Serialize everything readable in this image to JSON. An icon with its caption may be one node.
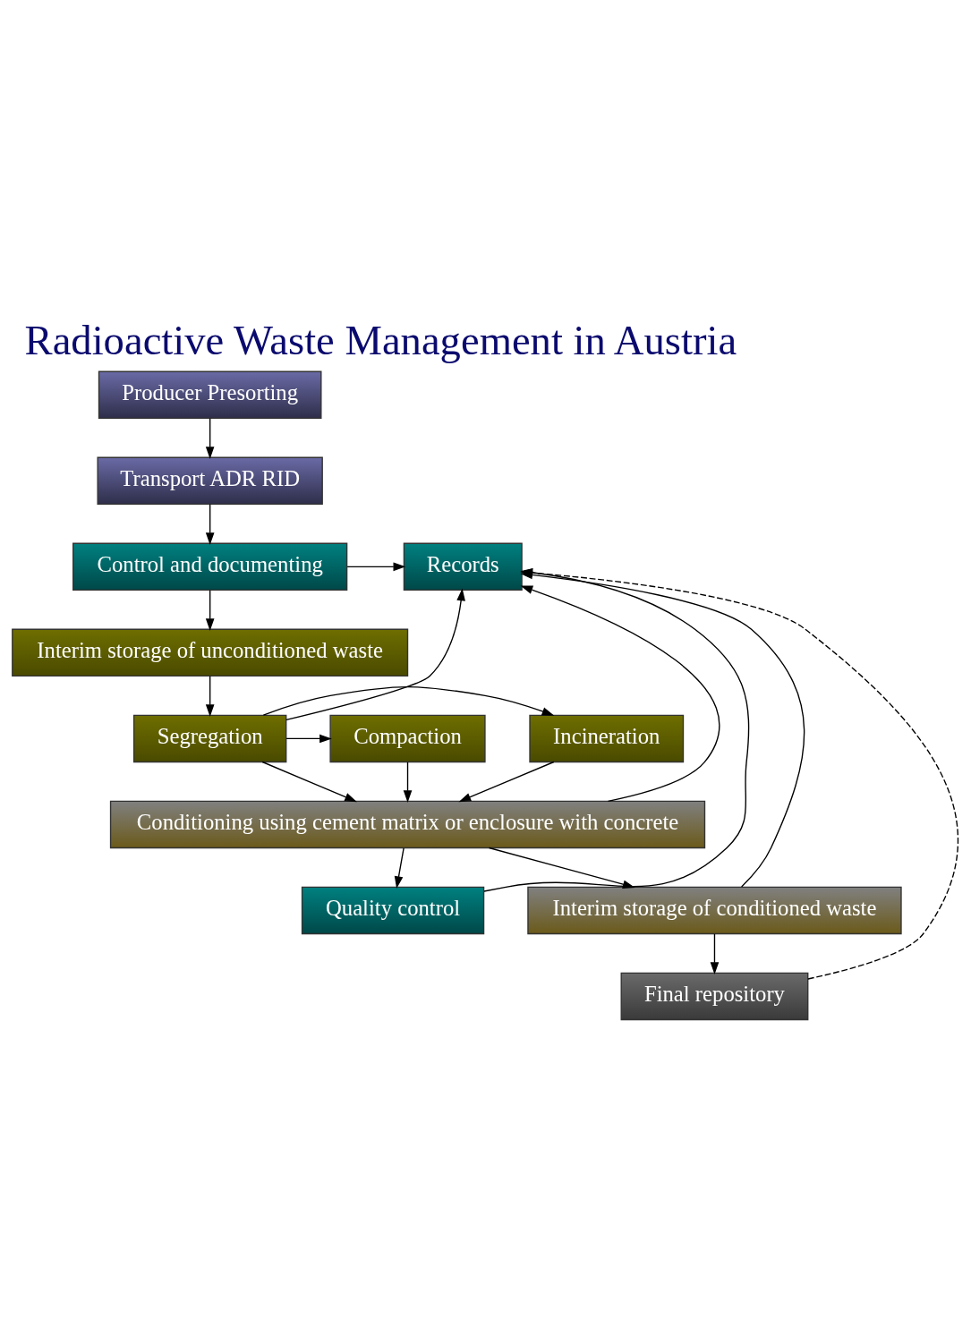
{
  "diagram": {
    "title": "Radioactive Waste Management in Austria",
    "nodes": [
      {
        "text": [
          "Producer Presorting"
        ]
      },
      {
        "text": [
          "Transport ADR RID"
        ]
      },
      {
        "text": [
          "Control and documenting"
        ]
      },
      {
        "text": [
          "Records"
        ]
      },
      {
        "text": [
          "Interim storage of unconditioned waste"
        ]
      },
      {
        "text": [
          "Segregation"
        ]
      },
      {
        "text": [
          "Incineration"
        ]
      },
      {
        "text": [
          "Compaction"
        ]
      },
      {
        "text": [
          "Conditioning using cement matrix or enclosure with concrete"
        ]
      },
      {
        "text": [
          "Quality control"
        ]
      },
      {
        "text": [
          "Interim storage of conditioned waste"
        ]
      },
      {
        "text": [
          "Final repository"
        ]
      }
    ],
    "edges": [
      {
        "from": 0,
        "to": 1,
        "arrow": "to"
      },
      {
        "from": 1,
        "to": 2,
        "arrow": "to"
      },
      {
        "from": 2,
        "to": 4,
        "arrow": "to"
      },
      {
        "from": 2,
        "to": 3,
        "arrow": "to"
      },
      {
        "from": 4,
        "to": 5,
        "arrow": "to"
      },
      {
        "from": 5,
        "to": 3,
        "arrow": "to"
      },
      {
        "from": 5,
        "to": 6,
        "arrow": "to"
      },
      {
        "from": 5,
        "to": 7,
        "arrow": "to"
      },
      {
        "from": 5,
        "to": 8,
        "arrow": "to"
      },
      {
        "from": 6,
        "to": 8,
        "arrow": "to"
      },
      {
        "from": 7,
        "to": 8,
        "arrow": "to"
      },
      {
        "from": 8,
        "to": 3,
        "arrow": "to"
      },
      {
        "from": 8,
        "to": 9,
        "arrow": "to"
      },
      {
        "from": 8,
        "to": 10,
        "arrow": "to"
      },
      {
        "from": 9,
        "to": 3,
        "arrow": "to"
      },
      {
        "from": 10,
        "to": 3,
        "arrow": "to"
      },
      {
        "from": 11,
        "to": 3,
        "arrow": "to",
        "style": "dashed"
      },
      {
        "from": 10,
        "to": 11,
        "arrow": "to"
      }
    ]
  }
}
